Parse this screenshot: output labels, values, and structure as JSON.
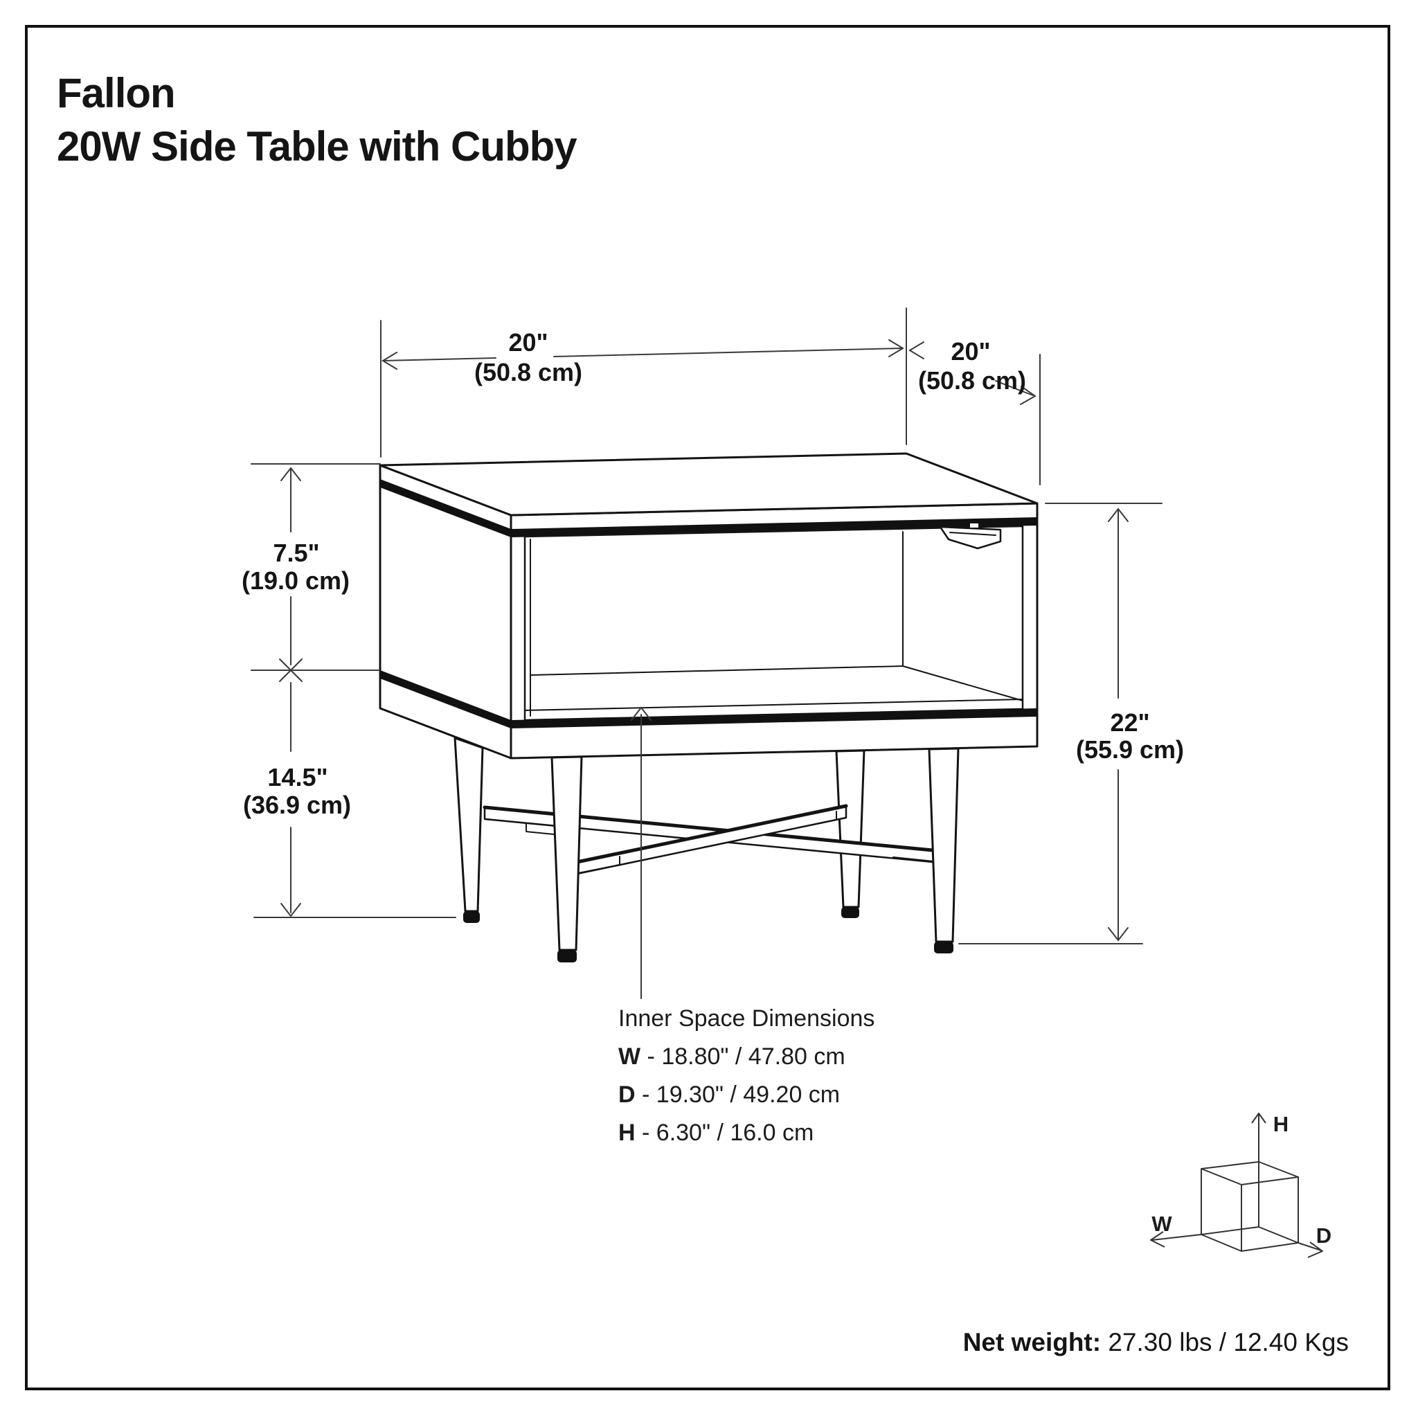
{
  "title": {
    "line1": "Fallon",
    "line2": "20W Side Table with Cubby"
  },
  "dimensions": {
    "width": {
      "value": "20\"",
      "metric": "(50.8 cm)"
    },
    "depth": {
      "value": "20\"",
      "metric": "(50.8 cm)"
    },
    "upper_height": {
      "value": "7.5\"",
      "metric": "(19.0 cm)"
    },
    "leg_height": {
      "value": "14.5\"",
      "metric": "(36.9 cm)"
    },
    "total_height": {
      "value": "22\"",
      "metric": "(55.9 cm)"
    }
  },
  "inner_space": {
    "heading": "Inner Space Dimensions",
    "rows": [
      {
        "axis": "W",
        "text": "- 18.80\" / 47.80 cm"
      },
      {
        "axis": "D",
        "text": "- 19.30\" / 49.20 cm"
      },
      {
        "axis": "H",
        "text": "- 6.30\" / 16.0 cm"
      }
    ]
  },
  "net_weight": {
    "label": "Net weight:",
    "value": "27.30 lbs / 12.40 Kgs"
  },
  "axis_cube": {
    "w": "W",
    "h": "H",
    "d": "D"
  },
  "colors": {
    "ink": "#141414",
    "dim_line": "#3a3a3a",
    "background": "#ffffff"
  }
}
